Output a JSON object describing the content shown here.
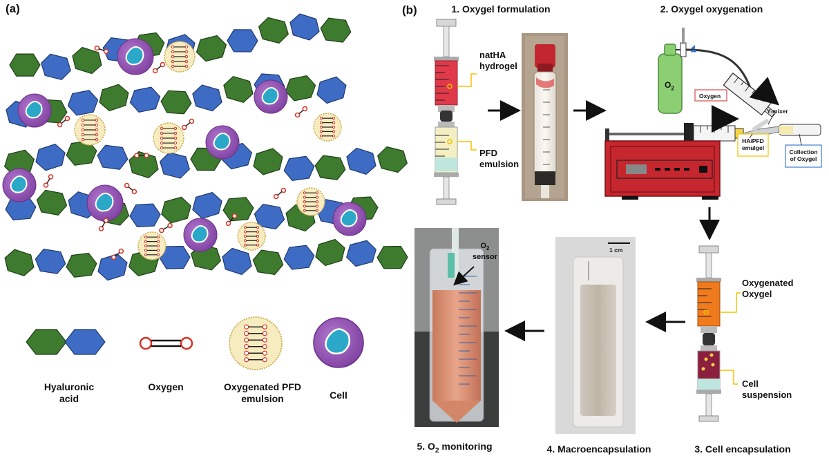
{
  "panel_a": {
    "label": "(a)",
    "legend": {
      "hyaluronic_acid": "Hyaluronic acid",
      "oxygen": "Oxygen",
      "pfd_emulsion": "Oxygenated PFD emulsion",
      "cell": "Cell"
    }
  },
  "panel_b": {
    "label": "(b)",
    "steps": {
      "step1": "1. Oxygel formulation",
      "step2": "2. Oxygel oxygenation",
      "step3": "3. Cell encapsulation",
      "step4": "4. Macroencapsulation",
      "step5_prefix": "5. O",
      "step5_sub": "2",
      "step5_suffix": " monitoring"
    },
    "step1_labels": {
      "hydrogel": "natHA hydrogel",
      "pfd": "PFD emulsion"
    },
    "step2_labels": {
      "o2_main": "O",
      "o2_sub": "2",
      "oxygen": "Oxygen",
      "y_mixer": "Y-mixer",
      "emulgel": "HA/PFD emulgel",
      "collection": "Collection of Oxygel"
    },
    "step3_labels": {
      "oxygel": "Oxygenated Oxygel",
      "cells": "Cell suspension"
    },
    "step4_labels": {
      "scale": "1 cm"
    },
    "step5_labels": {
      "sensor_main": "O",
      "sensor_sub": "2",
      "sensor_word": "sensor"
    }
  },
  "colors": {
    "ha_green": "#3e7b2e",
    "ha_blue": "#3e6cc4",
    "cell_purple": "#8e44ad",
    "nucleus_cyan": "#2ba8c8",
    "emulsion_fill": "#f7ecc0",
    "oxygen_red": "#d93025",
    "pump_red": "#c6262e",
    "syringe_red": "#e0394a",
    "oxygel_orange": "#f07a1e",
    "o2_tank_green": "#8ccf72"
  }
}
